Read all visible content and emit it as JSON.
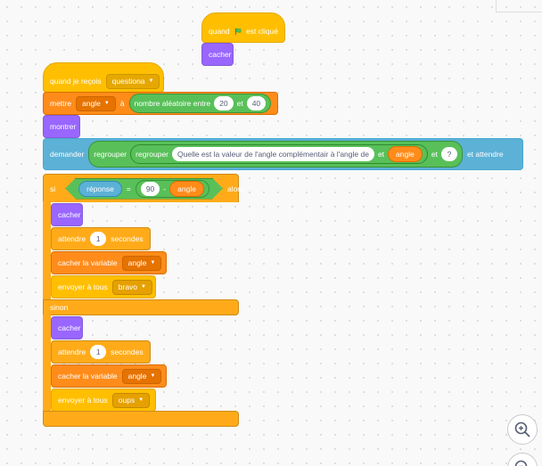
{
  "when_flag": {
    "label_left": "quand",
    "label_right": "est cliqué",
    "next": "cacher"
  },
  "receive": {
    "label": "quand je reçois",
    "message": "questiona"
  },
  "set_var": {
    "label": "mettre",
    "var": "angle",
    "label_to": "à",
    "random": {
      "label": "nombre aléatoire entre",
      "from": "20",
      "and": "et",
      "to": "40"
    }
  },
  "show": {
    "label": "montrer"
  },
  "ask": {
    "label": "demander",
    "join_outer": "regrouper",
    "join_inner": "regrouper",
    "question": "Quelle est la valeur de l'angle complémentair à l'angle de",
    "var": "angle",
    "and_word": "et",
    "qmark": "?",
    "wait": "et attendre"
  },
  "if_block": {
    "if": "si",
    "then": "alors",
    "else": "sinon",
    "cond": {
      "answer": "réponse",
      "eq": "=",
      "num": "90",
      "minus": "-",
      "var": "angle"
    },
    "then_blocks": {
      "hide": "cacher",
      "wait": {
        "label": "attendre",
        "value": "1",
        "unit": "secondes"
      },
      "hidevar": {
        "label": "cacher la variable",
        "var": "angle"
      },
      "broadcast": {
        "label": "envoyer à tous",
        "msg": "bravo"
      }
    },
    "else_blocks": {
      "hide": "cacher",
      "wait": {
        "label": "attendre",
        "value": "1",
        "unit": "secondes"
      },
      "hidevar": {
        "label": "cacher la variable",
        "var": "angle"
      },
      "broadcast": {
        "label": "envoyer à tous",
        "msg": "oups"
      }
    }
  },
  "icons": {
    "flag": "green-flag-icon",
    "zoom_in": "zoom-in-icon",
    "zoom_out": "zoom-out-icon"
  },
  "colors": {
    "events": "#ffbf00",
    "looks": "#9966ff",
    "variables": "#ff8c1a",
    "sensing": "#5cb1d6",
    "control": "#ffab19",
    "operators": "#59c059"
  }
}
